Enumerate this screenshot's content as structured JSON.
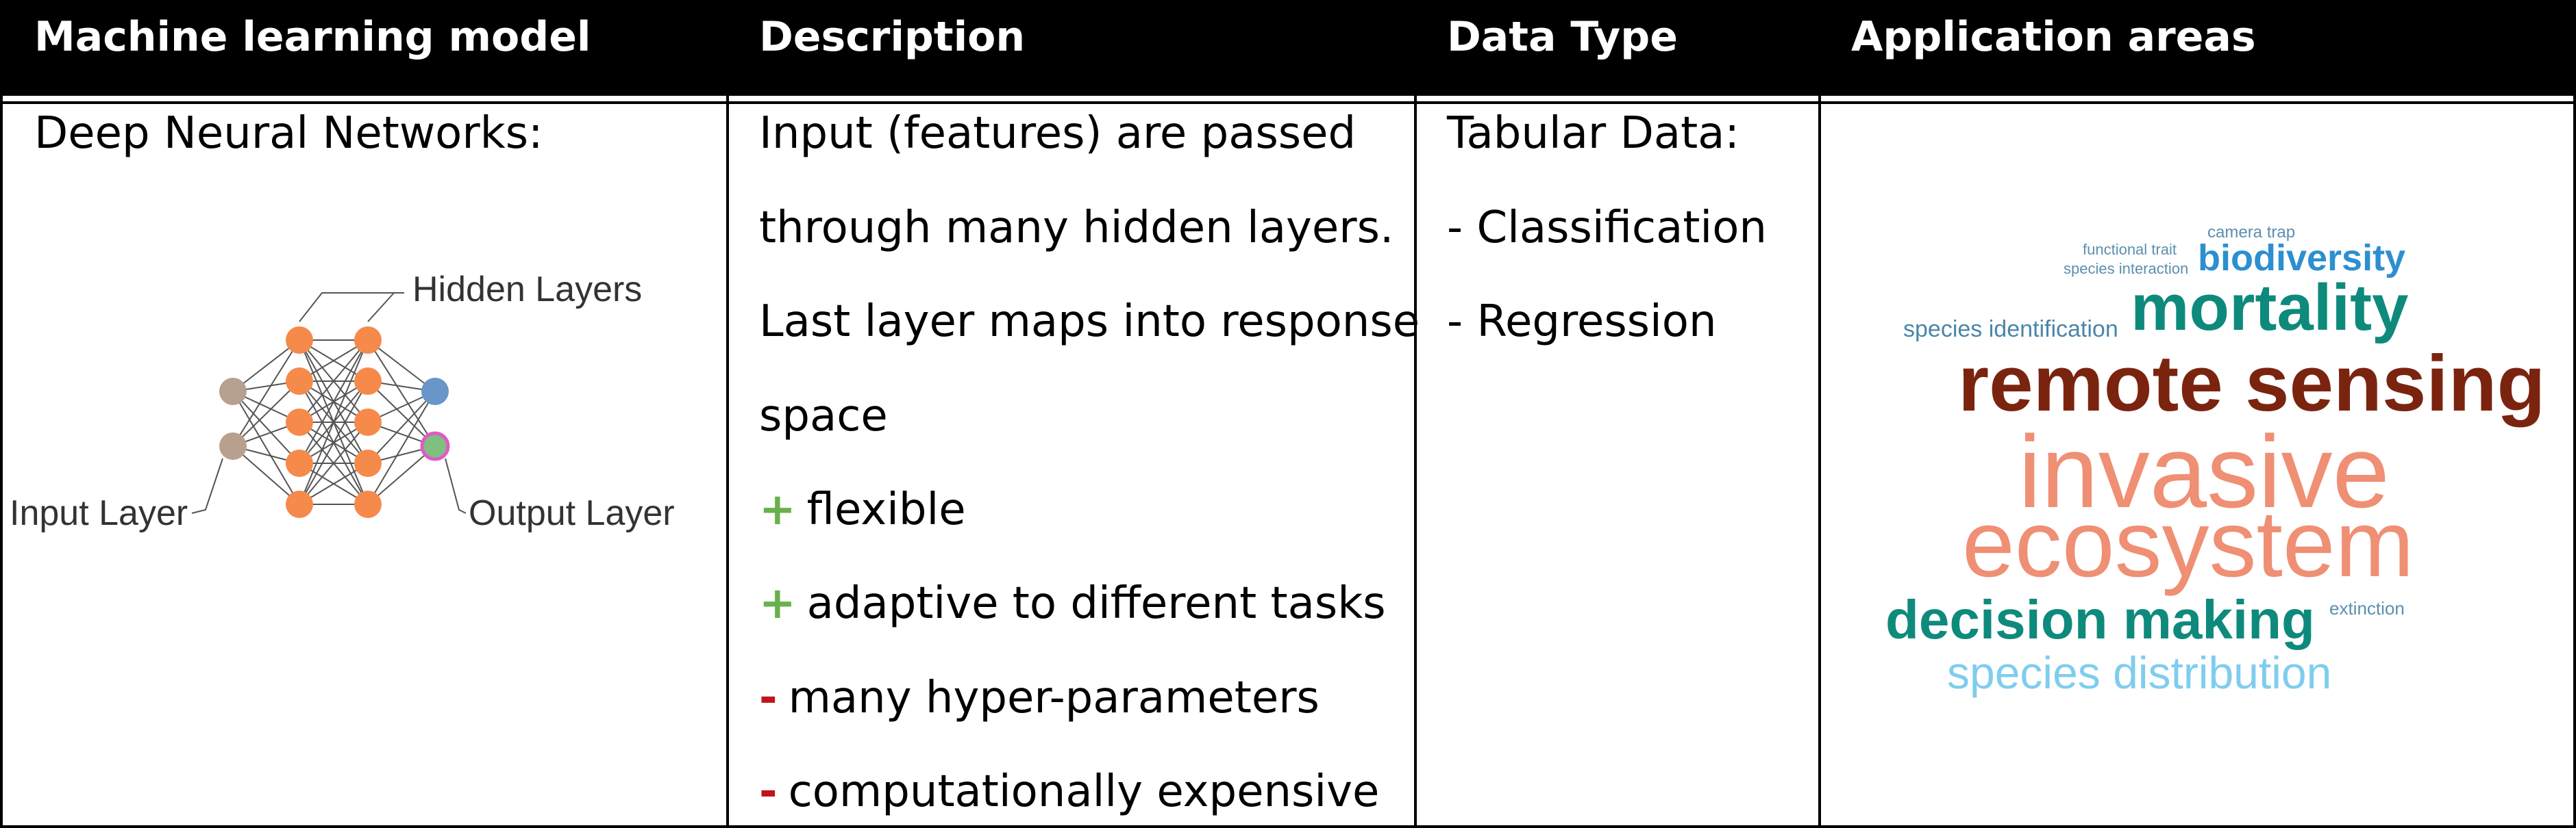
{
  "header": {
    "col1": "Machine learning model",
    "col2": "Description",
    "col3": "Data Type",
    "col4": "Application areas"
  },
  "model": {
    "name": "Deep Neural Networks:",
    "diagram": {
      "hidden_label": "Hidden Layers",
      "input_label": "Input Layer",
      "output_label": "Output Layer",
      "colors": {
        "input": "#b8a08e",
        "hidden": "#f58a4b",
        "output_top": "#6896c8",
        "output_bottom": "#7fbf7f",
        "output_bottom_ring": "#e05ac9",
        "lines": "#555555"
      }
    }
  },
  "description": {
    "lines": [
      "Input (features) are passed",
      "through many hidden layers.",
      "Last layer maps into response",
      "space"
    ],
    "pros": [
      "flexible",
      "adaptive to different tasks"
    ],
    "cons": [
      "many hyper-parameters",
      "computationally expensive"
    ],
    "plus_sign": "+",
    "minus_sign": "-",
    "plus_color": "#6ab04c",
    "minus_color": "#c0141a"
  },
  "data_type": {
    "title": "Tabular Data:",
    "items": [
      "- Classification",
      "- Regression"
    ]
  },
  "word_cloud": {
    "words": [
      {
        "text": "camera trap",
        "color": "#5a8fb0"
      },
      {
        "text": "functional trait",
        "color": "#5a8fb0"
      },
      {
        "text": "species interaction",
        "color": "#5a8fb0"
      },
      {
        "text": "biodiversity",
        "color": "#2c8fd0"
      },
      {
        "text": "species identification",
        "color": "#4a86a8"
      },
      {
        "text": "mortality",
        "color": "#0e8a7c"
      },
      {
        "text": "remote sensing",
        "color": "#7a2410"
      },
      {
        "text": "invasive",
        "color": "#ef8f74"
      },
      {
        "text": "ecosystem",
        "color": "#ef8f74"
      },
      {
        "text": "decision making",
        "color": "#0e8a7c"
      },
      {
        "text": "extinction",
        "color": "#5a8fb0"
      },
      {
        "text": "species distribution",
        "color": "#7fcdee"
      }
    ]
  }
}
